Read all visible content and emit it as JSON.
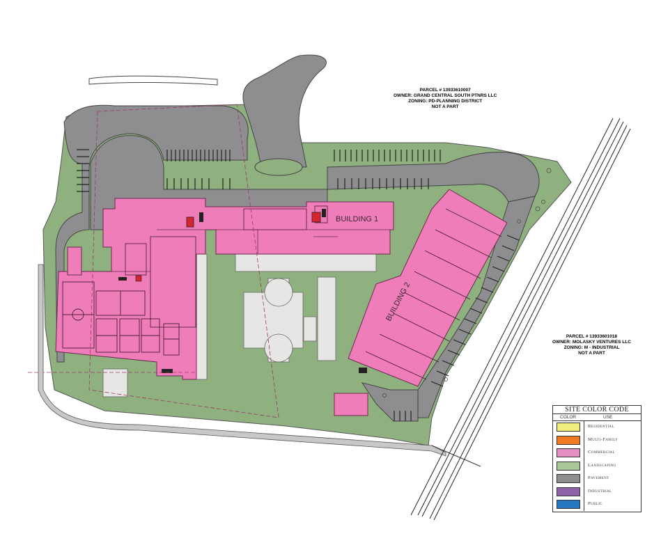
{
  "parcel_notes": {
    "north": {
      "line1": "PARCEL # 13933610007",
      "line2": "OWNER: GRAND CENTRAL SOUTH PTNRS LLC",
      "line3": "ZONING: PD-PLANNING DISTRICT",
      "line4": "NOT A PART"
    },
    "east": {
      "line1": "PARCEL # 13933601018",
      "line2": "OWNER: MOLASKY VENTURES LLC",
      "line3": "ZONING: M - INDUSTRIAL",
      "line4": "NOT A PART"
    }
  },
  "buildings": {
    "building1_label": "BUILDING 1",
    "building2_label": "BUILDING 2"
  },
  "legend": {
    "title": "SITE COLOR CODE",
    "col_color": "COLOR",
    "col_use": "USE",
    "items": [
      {
        "label": "Residential",
        "color": "#f0ee7c"
      },
      {
        "label": "Multi-Family",
        "color": "#f07a22"
      },
      {
        "label": "Commercial",
        "color": "#e48fc1"
      },
      {
        "label": "Landscaping",
        "color": "#a9c79a"
      },
      {
        "label": "Pavement",
        "color": "#8d8d8f"
      },
      {
        "label": "Industrial",
        "color": "#8e62a9"
      },
      {
        "label": "Public",
        "color": "#2477bc"
      }
    ]
  },
  "colors": {
    "building": "#ef7dba",
    "landscape": "#8fb07f",
    "pavement": "#8e8e90",
    "concrete": "#e6e6e4",
    "boundary": "#a0386e"
  }
}
